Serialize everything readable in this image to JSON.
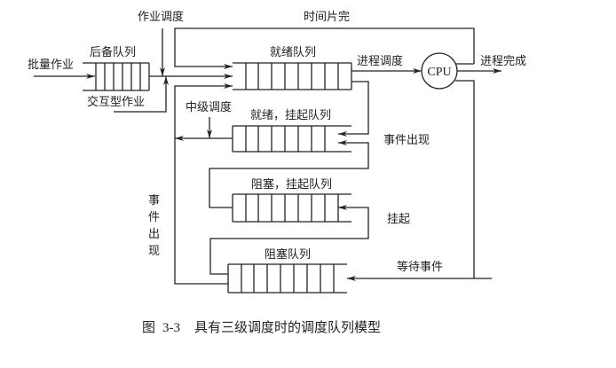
{
  "diagram": {
    "caption": {
      "prefix": "图",
      "number": "3-3",
      "title": "具有三级调度时的调度队列模型"
    },
    "labels": {
      "job_scheduling": "作业调度",
      "time_slice_done": "时间片完",
      "batch_jobs": "批量作业",
      "backup_queue": "后备队列",
      "interactive_jobs": "交互型作业",
      "ready_queue": "就绪队列",
      "process_scheduling": "进程调度",
      "cpu": "CPU",
      "process_done": "进程完成",
      "mid_scheduling": "中级调度",
      "ready_suspend_queue": "就绪，挂起队列",
      "event_occurs_right": "事件出现",
      "blocked_suspend_queue": "阻塞，挂起队列",
      "suspend": "挂起",
      "event_occurs_left": "事件出现",
      "blocked_queue": "阻塞队列",
      "wait_event": "等待事件"
    },
    "queues": [
      {
        "id": "backup",
        "name": "后备队列",
        "cells": 6
      },
      {
        "id": "ready",
        "name": "就绪队列",
        "cells": 8
      },
      {
        "id": "ready-suspend",
        "name": "就绪，挂起队列",
        "cells": 8
      },
      {
        "id": "blocked-suspend",
        "name": "阻塞，挂起队列",
        "cells": 8
      },
      {
        "id": "blocked",
        "name": "阻塞队列",
        "cells": 8
      }
    ],
    "colors": {
      "line": "#222222",
      "text": "#222222",
      "background": "#ffffff"
    }
  }
}
